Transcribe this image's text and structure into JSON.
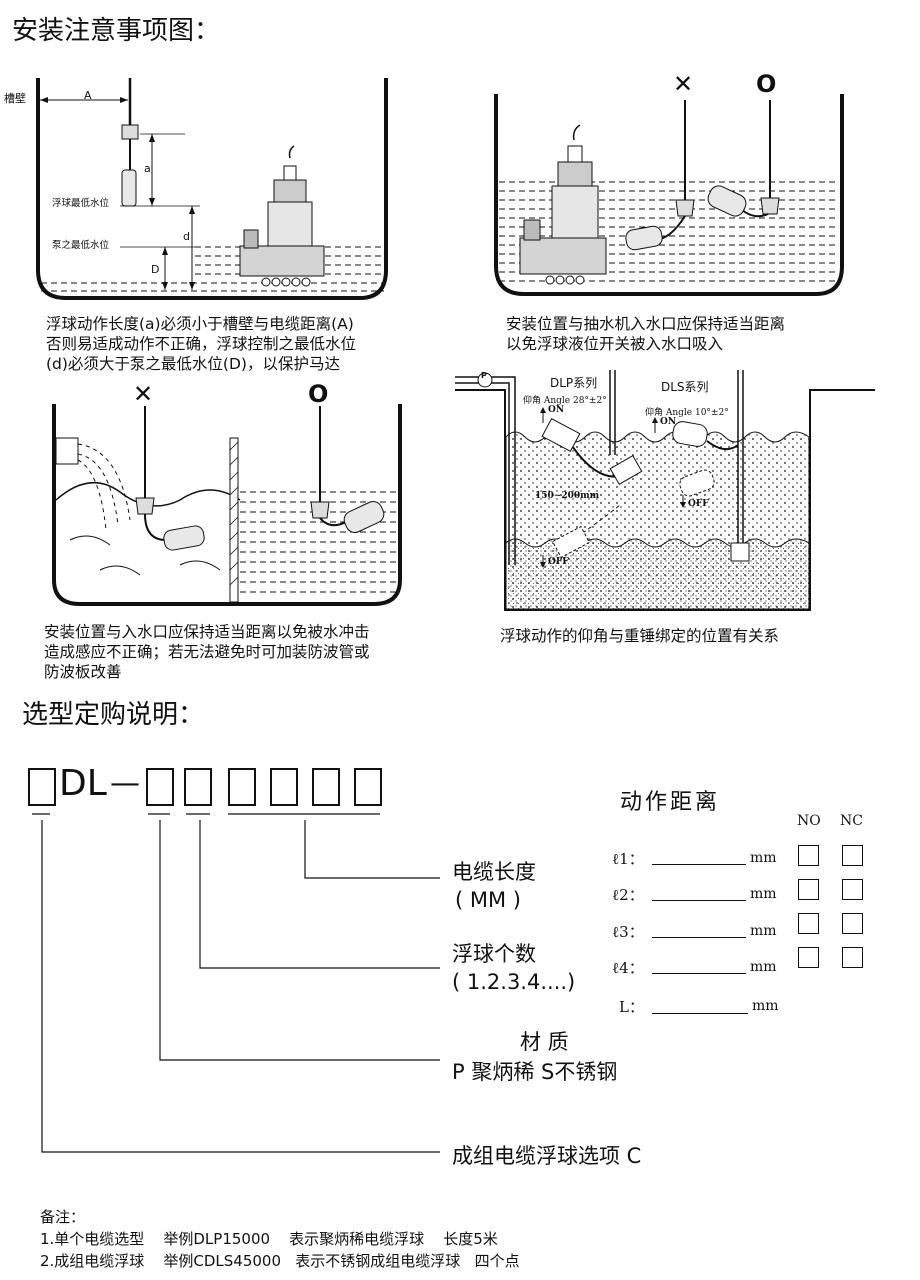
{
  "section1_title": "安装注意事项图：",
  "fig1": {
    "wall_label": "槽壁",
    "dim_A": "A",
    "dim_a": "a",
    "dim_d": "d",
    "dim_D": "D",
    "float_min_level": "浮球最低水位",
    "pump_min_level": "泵之最低水位",
    "caption": [
      "浮球动作长度(a)必须小于槽壁与电缆距离(A)",
      "否则易适成动作不正确，浮球控制之最低水位",
      "(d)必须大于泵之最低水位(D)，以保护马达"
    ]
  },
  "fig2": {
    "wrong_mark": "✕",
    "right_mark": "O",
    "caption": [
      "安装位置与抽水机入水口应保持适当距离",
      "以免浮球液位开关被入水口吸入"
    ]
  },
  "fig3": {
    "wrong_mark": "✕",
    "right_mark": "O",
    "caption": [
      "安装位置与入水口应保持适当距离以免被水冲击",
      "造成感应不正确；若无法避免时可加装防波管或",
      "防波板改善"
    ]
  },
  "fig4": {
    "pump_mark": "P",
    "dlp_series": "DLP系列",
    "dls_series": "DLS系列",
    "dlp_angle": "仰角 Angle 28°±2°",
    "dls_angle": "仰角 Angle 10°±2°",
    "on1": "ON",
    "on2": "ON",
    "off1": "OFF",
    "off2": "OFF",
    "distance": "150~200mm",
    "caption": [
      "浮球动作的仰角与重锤绑定的位置有关系"
    ]
  },
  "section2_title": "选型定购说明：",
  "model": {
    "dl": "DL",
    "dash": "—"
  },
  "legend": {
    "cable_length": "电缆长度",
    "cable_unit": "( MM )",
    "float_count": "浮球个数",
    "float_values": "( 1.2.3.4....)",
    "material": "材  质",
    "material_values": "P  聚炳稀    S不锈钢",
    "group_option": "成组电缆浮球选项  C"
  },
  "action": {
    "title": "动作距离",
    "no": "NO",
    "nc": "NC",
    "rows": [
      {
        "label": "ℓ1：",
        "unit": "mm"
      },
      {
        "label": "ℓ2：",
        "unit": "mm"
      },
      {
        "label": "ℓ3：",
        "unit": "mm"
      },
      {
        "label": "ℓ4：",
        "unit": "mm"
      }
    ],
    "total": {
      "label": "L：",
      "unit": "mm"
    }
  },
  "notes": {
    "title": "备注：",
    "lines": [
      "1.单个电缆选型    举例DLP15000    表示聚炳稀电缆浮球    长度5米",
      "2.成组电缆浮球    举例CDLS45000   表示不锈钢成组电缆浮球   四个点"
    ]
  }
}
